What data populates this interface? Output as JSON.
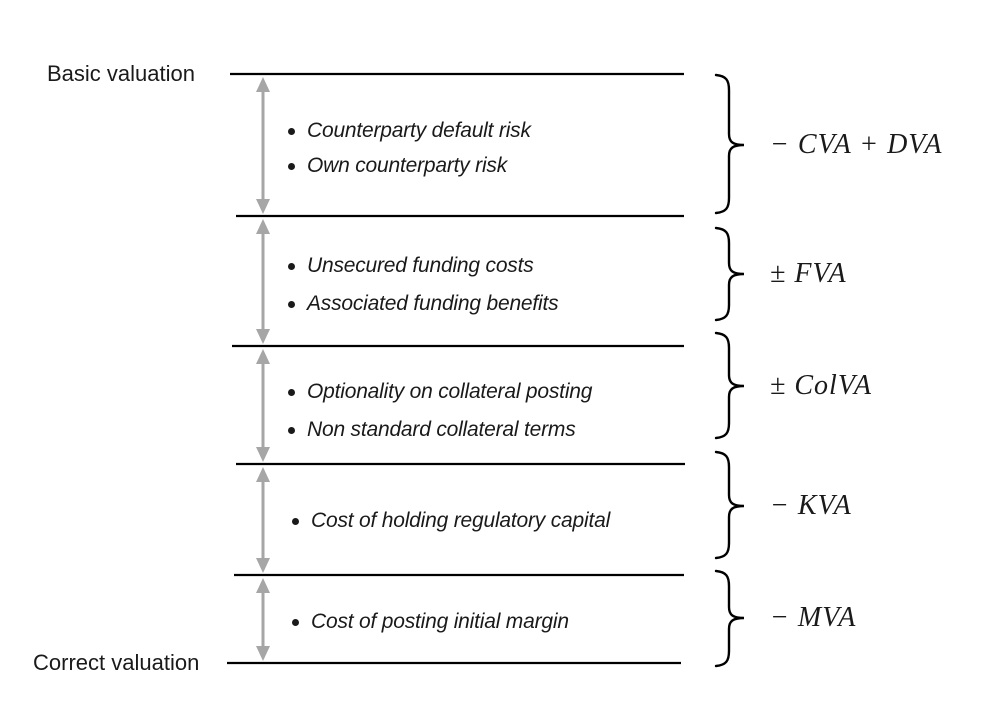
{
  "diagram": {
    "title_semantic": "Valuation adjustments from basic to correct valuation",
    "top_label": "Basic valuation",
    "bottom_label": "Correct valuation",
    "sections": [
      {
        "bullets": [
          "Counterparty default risk",
          "Own counterparty risk"
        ],
        "formula": "− CVA + DVA"
      },
      {
        "bullets": [
          "Unsecured funding costs",
          "Associated funding benefits"
        ],
        "formula": "± FVA"
      },
      {
        "bullets": [
          "Optionality on collateral posting",
          "Non standard collateral terms"
        ],
        "formula": "± ColVA"
      },
      {
        "bullets": [
          "Cost of holding regulatory capital"
        ],
        "formula": "− KVA"
      },
      {
        "bullets": [
          "Cost of posting initial margin"
        ],
        "formula": "− MVA"
      }
    ],
    "colors": {
      "line": "#000000",
      "arrow": "#a6a6a6",
      "text": "#1a1a1a",
      "background": "#ffffff"
    }
  }
}
